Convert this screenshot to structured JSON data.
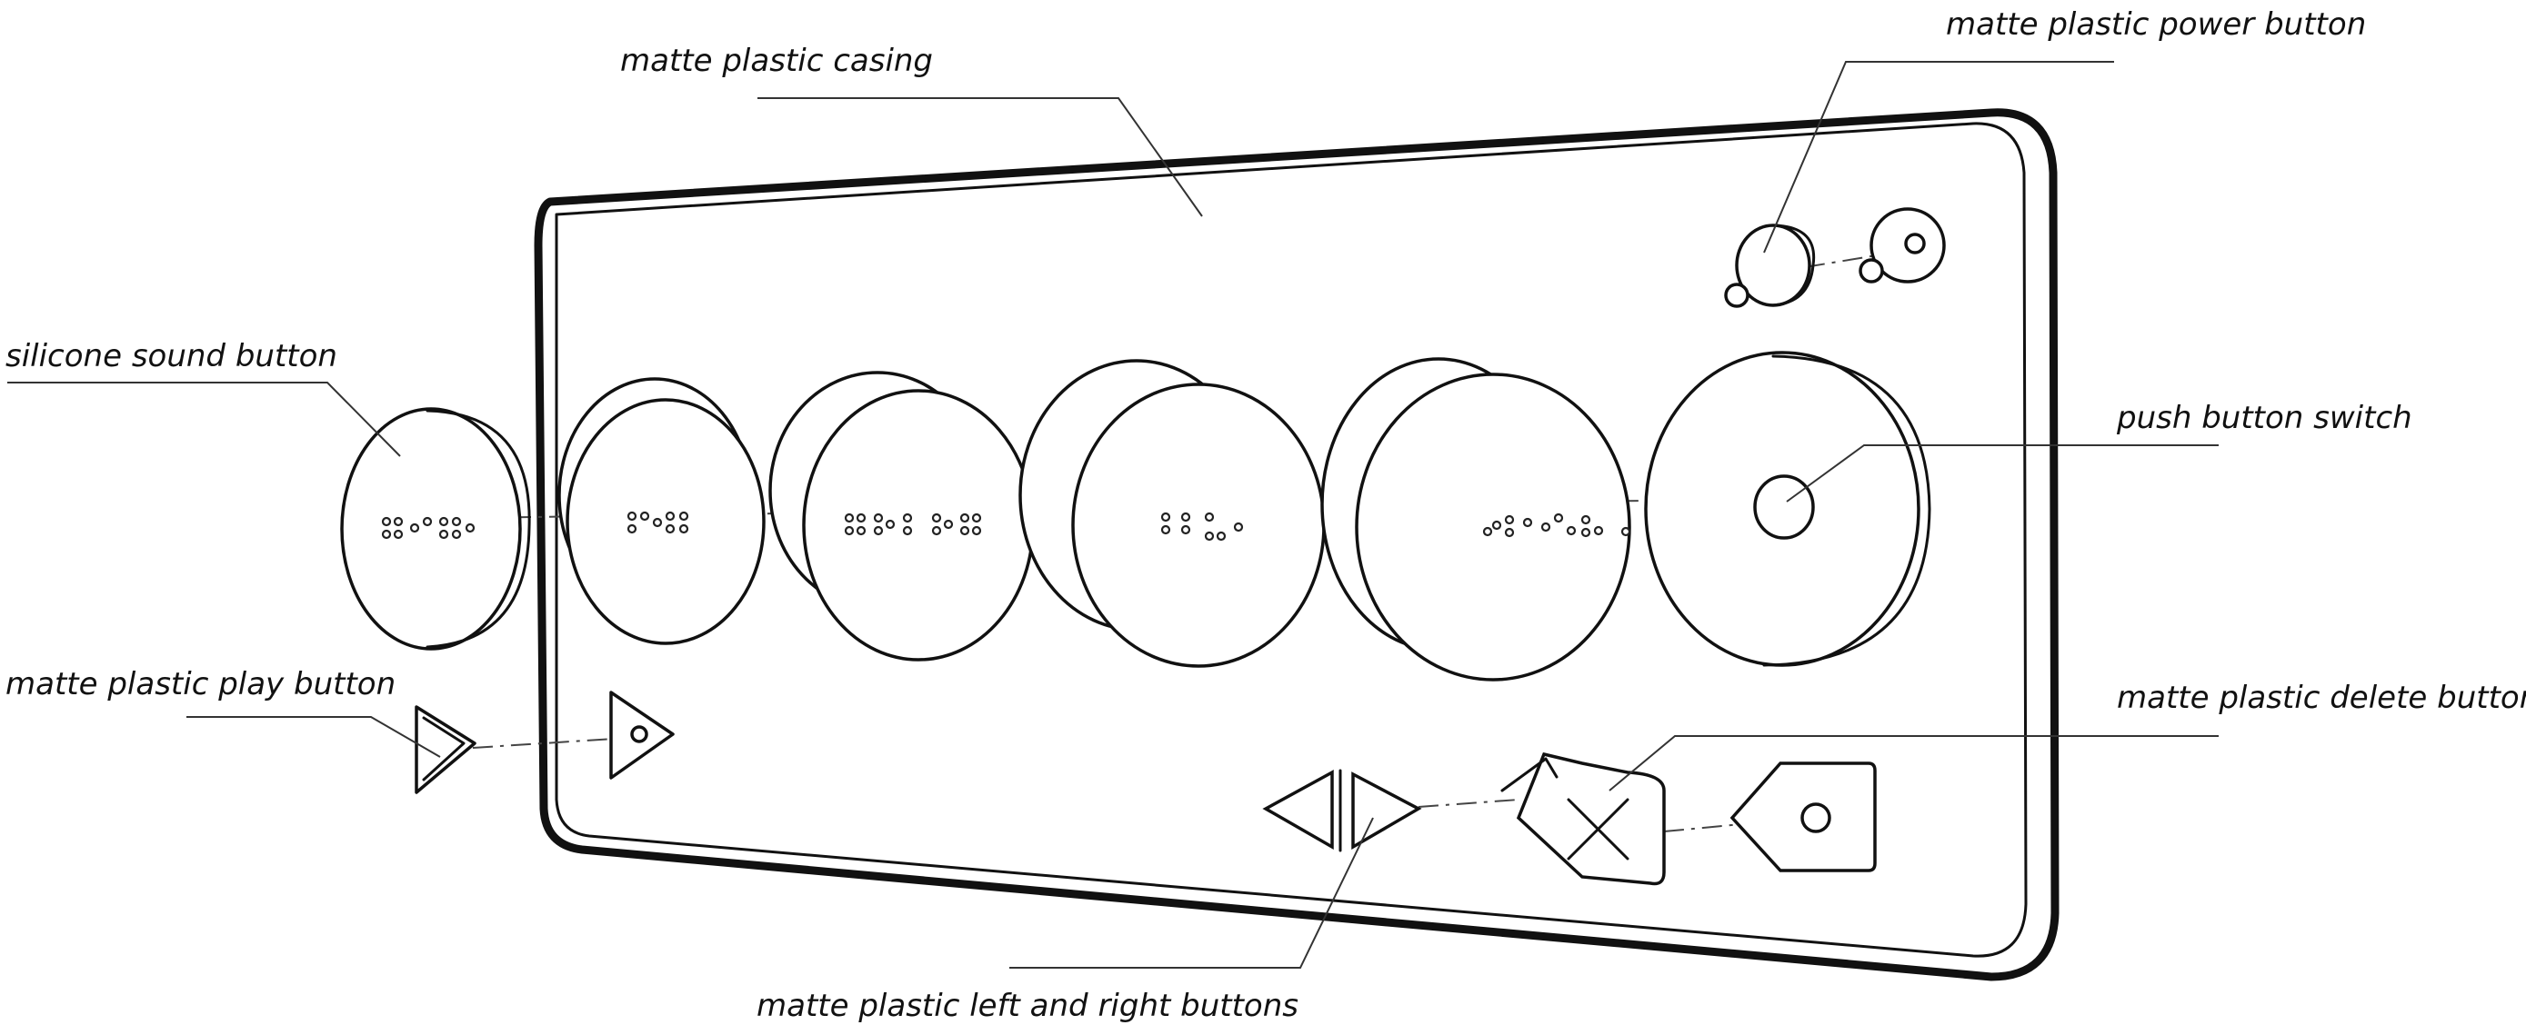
{
  "labels": {
    "casing": "matte plastic casing",
    "power": "matte plastic power button",
    "sound": "silicone sound button",
    "switch": "push button switch",
    "play": "matte plastic play button",
    "delete": "matte plastic delete button",
    "left_right": "matte plastic left and right buttons"
  }
}
